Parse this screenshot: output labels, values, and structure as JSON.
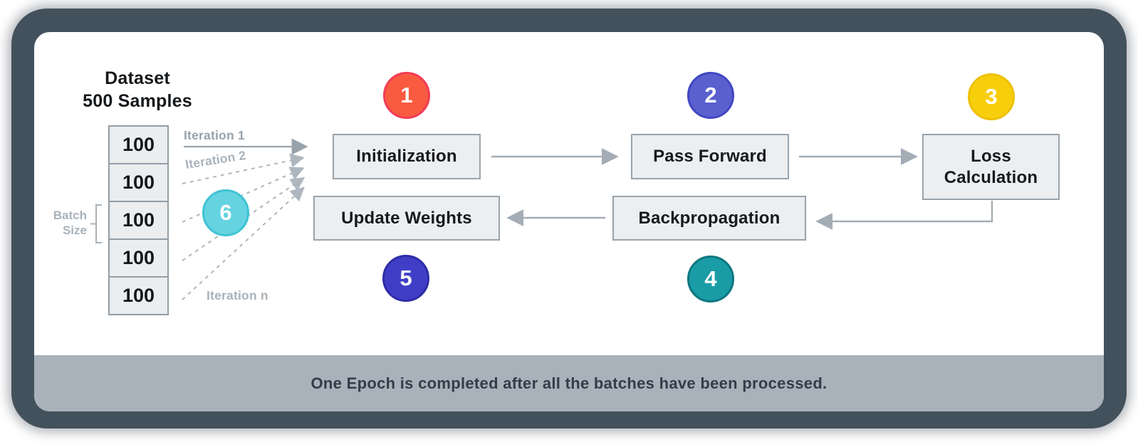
{
  "dataset": {
    "title_line1": "Dataset",
    "title_line2": "500 Samples",
    "cells": [
      "100",
      "100",
      "100",
      "100",
      "100"
    ],
    "batch_label_line1": "Batch",
    "batch_label_line2": "Size"
  },
  "iterations": {
    "first": "Iteration 1",
    "second": "Iteration 2",
    "nth": "Iteration n"
  },
  "steps": {
    "s1": {
      "num": "1",
      "label": "Initialization",
      "fill": "#f95b40",
      "border": "#f43b55"
    },
    "s2": {
      "num": "2",
      "label": "Pass Forward",
      "fill": "#5a61cf",
      "border": "#4046c2"
    },
    "s3": {
      "num": "3",
      "label": "Loss Calculation",
      "fill": "#f7ce0b",
      "border": "#eec002"
    },
    "s4": {
      "num": "4",
      "label": "Backpropagation",
      "fill": "#199ca6",
      "border": "#0e7680"
    },
    "s5": {
      "num": "5",
      "label": "Update Weights",
      "fill": "#403ec6",
      "border": "#2f2ca6"
    },
    "s6": {
      "num": "6",
      "fill": "#65d3e0",
      "border": "#3fc3d4"
    }
  },
  "footer": {
    "text": "One Epoch is completed after all the batches have been processed."
  },
  "colors": {
    "frame": "#43515d",
    "footer_bg": "#a9b2ba",
    "box_fill": "#eceef0",
    "box_border": "#99a3ac",
    "arrow_solid": "#98a2ab",
    "arrow_dashed": "#aeb7bf",
    "arrow_box": "#a4adb6"
  }
}
